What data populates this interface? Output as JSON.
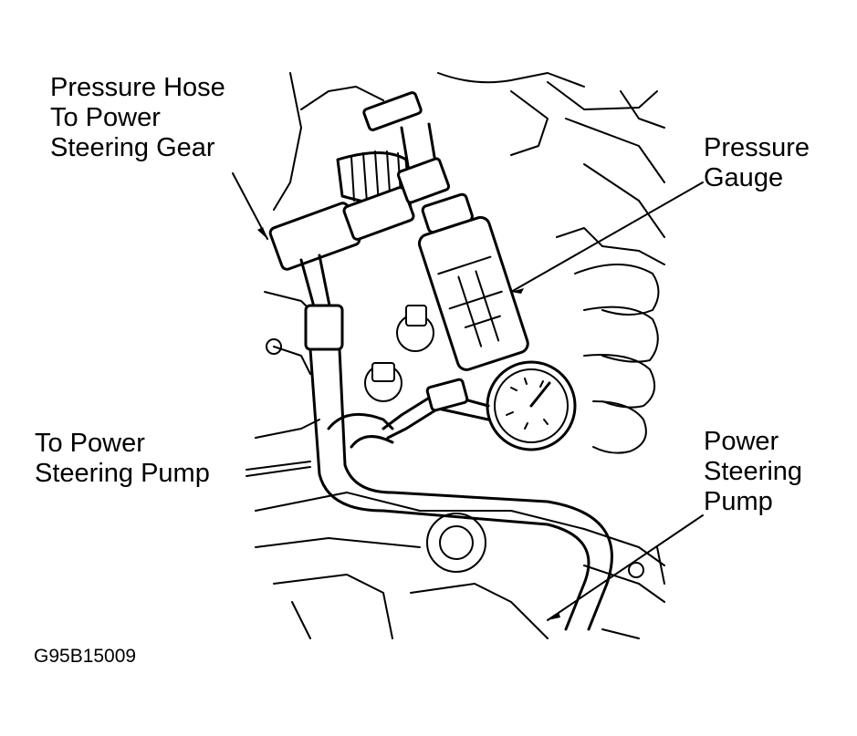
{
  "labels": {
    "pressure_hose": [
      "Pressure Hose",
      "To Power",
      "Steering Gear"
    ],
    "pressure_gauge": [
      "Pressure",
      "Gauge"
    ],
    "to_pump": [
      "To Power",
      "Steering Pump"
    ],
    "pump": [
      "Power",
      "Steering",
      "Pump"
    ]
  },
  "figure_code": "G95B15009",
  "colors": {
    "ink": "#000000",
    "paper": "#ffffff"
  }
}
